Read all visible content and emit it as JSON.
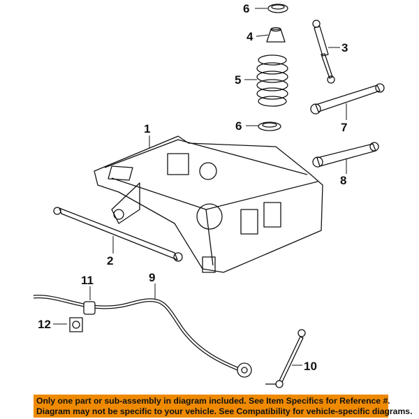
{
  "callouts": {
    "c1": "1",
    "c2": "2",
    "c3": "3",
    "c4": "4",
    "c5": "5",
    "c6a": "6",
    "c6b": "6",
    "c7": "7",
    "c8": "8",
    "c9": "9",
    "c10": "10",
    "c11": "11",
    "c12": "12"
  },
  "banner": {
    "line1": "Only one part or sub-assembly in diagram included. See Item Specifics for Reference #.",
    "line2": "Diagram may not be specific to your vehicle. See Compatibility for vehicle-specific diagrams."
  },
  "colors": {
    "banner": "#ef8a00",
    "ink": "#111111"
  }
}
